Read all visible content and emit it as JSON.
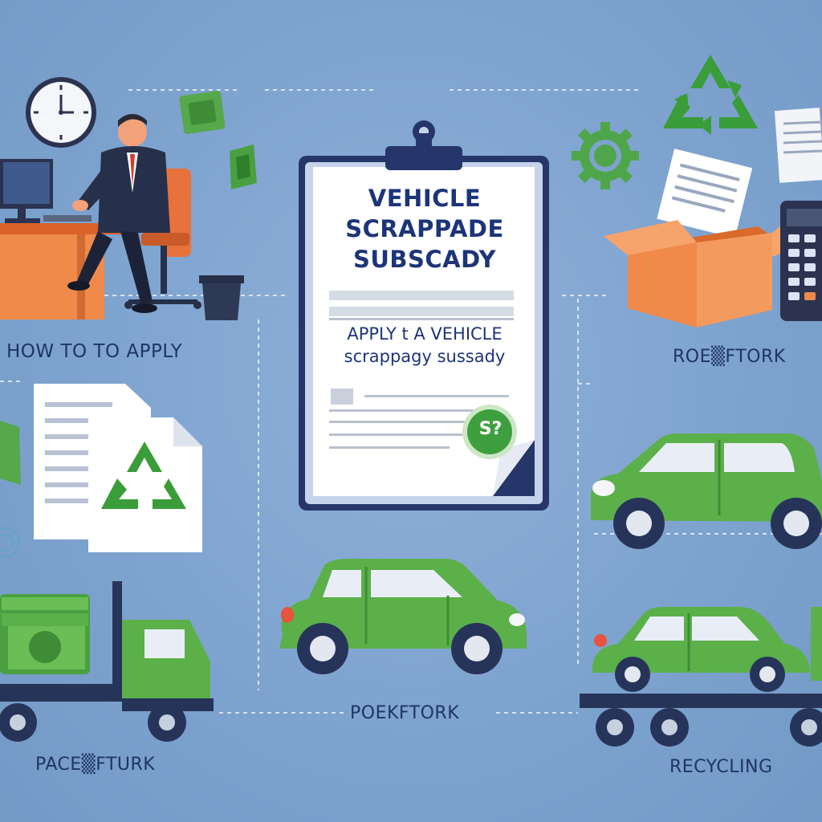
{
  "clipboard": {
    "title_line1": "VEHICLE",
    "title_line2": "SCRAPPADE",
    "title_line3": "SUBSCADY",
    "subtitle_line1": "APPLY t A VEHICLE",
    "subtitle_line2": "scrappagy sussady",
    "badge_text": "S?"
  },
  "labels": {
    "how_to_apply": "HOW TO TO APPLY",
    "top_right": "ROE▒FTORK",
    "center_bottom": "POEKFTORK",
    "bottom_left": "PACE▒FTURK",
    "recycling": "RECYCLING"
  },
  "colors": {
    "background": "#7ea3cf",
    "car_green": "#5bb04a",
    "text_navy": "#1d3478",
    "box_orange": "#f08a4b",
    "recycle_green": "#3a9d3a"
  },
  "icons": [
    "clock-icon",
    "office-worker-icon",
    "desk-icon",
    "computer-monitor-icon",
    "office-chair-icon",
    "trash-bin-icon",
    "money-icon",
    "gear-icon",
    "recycle-icon",
    "paper-icon",
    "box-icon",
    "calculator-icon",
    "clipboard-icon",
    "documents-icon",
    "money-stack-icon",
    "truck-icon",
    "car-icon",
    "tow-truck-icon"
  ]
}
